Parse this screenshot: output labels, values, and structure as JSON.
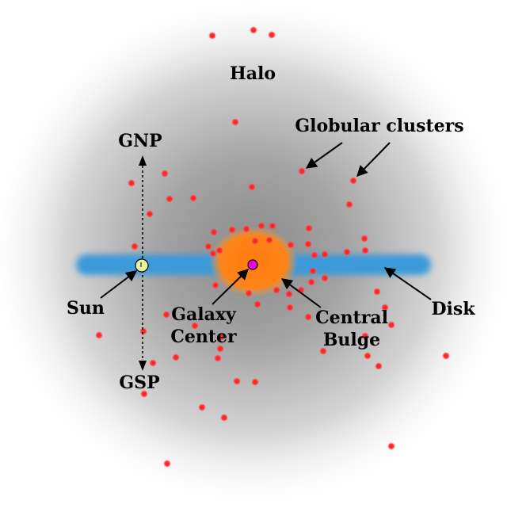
{
  "labels": {
    "halo": "Halo",
    "globular_clusters": "Globular clusters",
    "gnp": "GNP",
    "gsp": "GSP",
    "sun": "Sun",
    "galaxy_center_line1": "Galaxy",
    "galaxy_center_line2": "Center",
    "central_bulge_line1": "Central",
    "central_bulge_line2": "Bulge",
    "disk": "Disk"
  },
  "colors": {
    "halo": "#8c8c8c",
    "disk": "#3a9ad9",
    "bulge": "#ff7a10",
    "galaxy_center": "#e600e6",
    "sun": "#e6f2a0",
    "cluster": "#ff2020"
  }
}
